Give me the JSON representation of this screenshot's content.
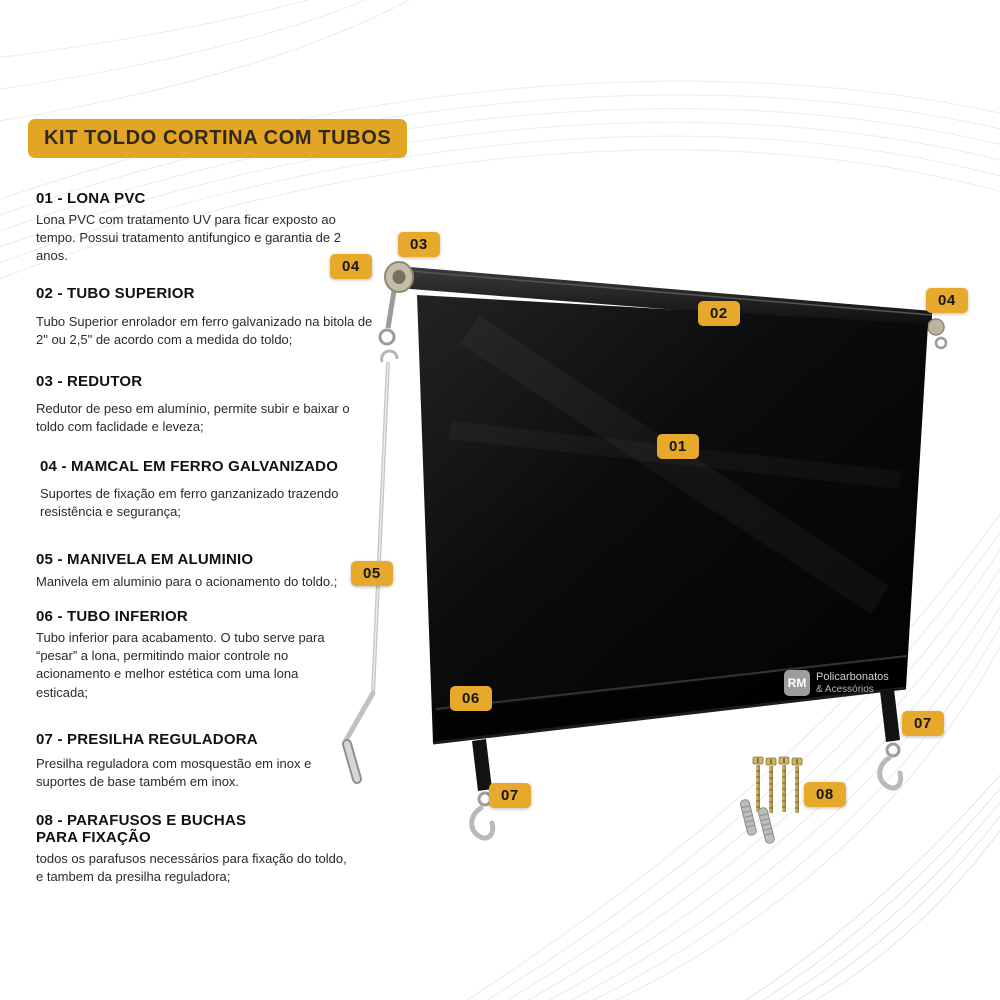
{
  "title": "KIT TOLDO CORTINA COM TUBOS",
  "items": [
    {
      "id": "01",
      "heading": "01 - LONA PVC",
      "body": "Lona PVC com tratamento UV para ficar exposto ao tempo. Possui tratamento antifungico e garantia de 2 anos."
    },
    {
      "id": "02",
      "heading": "02 - TUBO SUPERIOR",
      "body": "Tubo Superior enrolador em ferro galvanizado na bitola de 2\" ou 2,5\" de acordo com a medida do toldo;"
    },
    {
      "id": "03",
      "heading": "03 - REDUTOR",
      "body": "Redutor de peso em alumínio, permite subir e baixar o toldo com faclidade e leveza;"
    },
    {
      "id": "04",
      "heading": "04 - MAMCAL  EM FERRO GALVANIZADO",
      "body": "Suportes de fixação em ferro ganzanizado trazendo resistência e segurança;"
    },
    {
      "id": "05",
      "heading": "05 - MANIVELA EM ALUMINIO",
      "body": "Manivela em aluminio para o acionamento do toldo.;"
    },
    {
      "id": "06",
      "heading": "06 - TUBO INFERIOR",
      "body": "Tubo inferior para acabamento. O tubo serve para “pesar” a lona, permitindo maior controle no acionamento e melhor estética com uma lona esticada;"
    },
    {
      "id": "07",
      "heading": "07 - PRESILHA REGULADORA",
      "body": "Presilha reguladora com mosquestão em inox e suportes de base também em inox."
    },
    {
      "id": "08",
      "heading": "08 - PARAFUSOS E BUCHAS PARA FIXAÇÃO",
      "body": "todos os parafusos necessários para fixação do toldo, e tambem da presilha reguladora;"
    }
  ],
  "badges": [
    {
      "label": "03",
      "part": "redutor"
    },
    {
      "label": "04",
      "part": "mamcal-esquerdo"
    },
    {
      "label": "02",
      "part": "tubo-superior"
    },
    {
      "label": "04",
      "part": "mamcal-direito"
    },
    {
      "label": "01",
      "part": "lona-pvc"
    },
    {
      "label": "05",
      "part": "manivela"
    },
    {
      "label": "06",
      "part": "tubo-inferior"
    },
    {
      "label": "07",
      "part": "presilha-direita"
    },
    {
      "label": "07",
      "part": "presilha-esquerda"
    },
    {
      "label": "08",
      "part": "parafusos-e-buchas"
    }
  ],
  "watermark": {
    "initials": "RM",
    "line1": "Policarbonatos",
    "line2": "& Acessórios"
  },
  "colors": {
    "accent_yellow": "#E7A92C",
    "title_badge": "#E2A524",
    "heading_text": "#111111",
    "body_text": "#2a2a2a",
    "curtain_black": "#0a0a0a",
    "background": "#ffffff"
  }
}
